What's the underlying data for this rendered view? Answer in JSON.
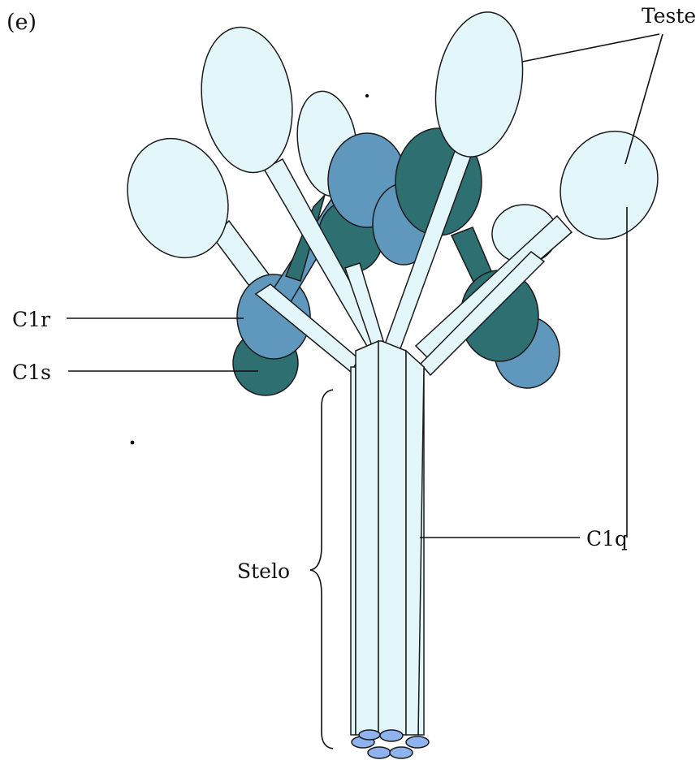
{
  "figure_tag": "(e)",
  "labels": {
    "heads": "Teste",
    "c1r": "C1r",
    "c1s": "C1s",
    "stalk": "Stelo",
    "c1q": "C1q"
  },
  "colors": {
    "light": "#e3f7fa",
    "mid": "#5f97bd",
    "dark": "#2e6f72",
    "outline": "#1a1a1a"
  }
}
